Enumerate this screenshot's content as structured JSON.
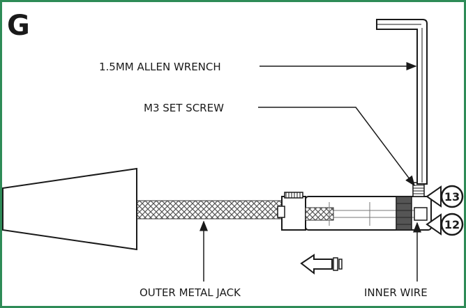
{
  "step_letter": "G",
  "labels": {
    "allen_wrench": "1.5MM ALLEN WRENCH",
    "set_screw": "M3 SET SCREW",
    "outer_jack": "OUTER METAL JACK",
    "inner_wire": "INNER WIRE"
  },
  "callouts": {
    "top": "13",
    "bottom": "12"
  },
  "colors": {
    "border": "#2e8b57",
    "line": "#1a1a1a"
  }
}
